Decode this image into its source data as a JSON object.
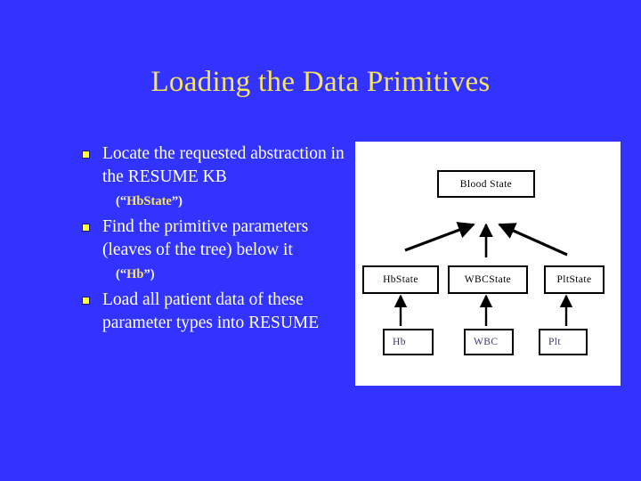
{
  "slide": {
    "title": "Loading the Data Primitives",
    "background_color": "#3333ff",
    "title_color": "#f7e461",
    "body_text_color": "#ffffff"
  },
  "bullets": [
    {
      "marker": "square-bullet",
      "text": "Locate the requested abstraction in the RESUME KB",
      "note_open": "(“",
      "note_highlight": "HbState",
      "note_close": "”)"
    },
    {
      "marker": "square-bullet",
      "text": "Find the primitive parameters (leaves of the tree) below it",
      "note_open": "(“",
      "note_highlight": "Hb",
      "note_close": "”)"
    },
    {
      "marker": "square-bullet",
      "text": "Load all patient data of these parameter types into RESUME",
      "note_open": "",
      "note_highlight": "",
      "note_close": ""
    }
  ],
  "diagram": {
    "panel_background": "#ffffff",
    "root": {
      "label": "Blood State"
    },
    "states": [
      {
        "label": "HbState"
      },
      {
        "label": "WBCState"
      },
      {
        "label": "PltState"
      }
    ],
    "leaves": [
      {
        "label": "Hb"
      },
      {
        "label": "WBC"
      },
      {
        "label": "Plt"
      }
    ]
  }
}
